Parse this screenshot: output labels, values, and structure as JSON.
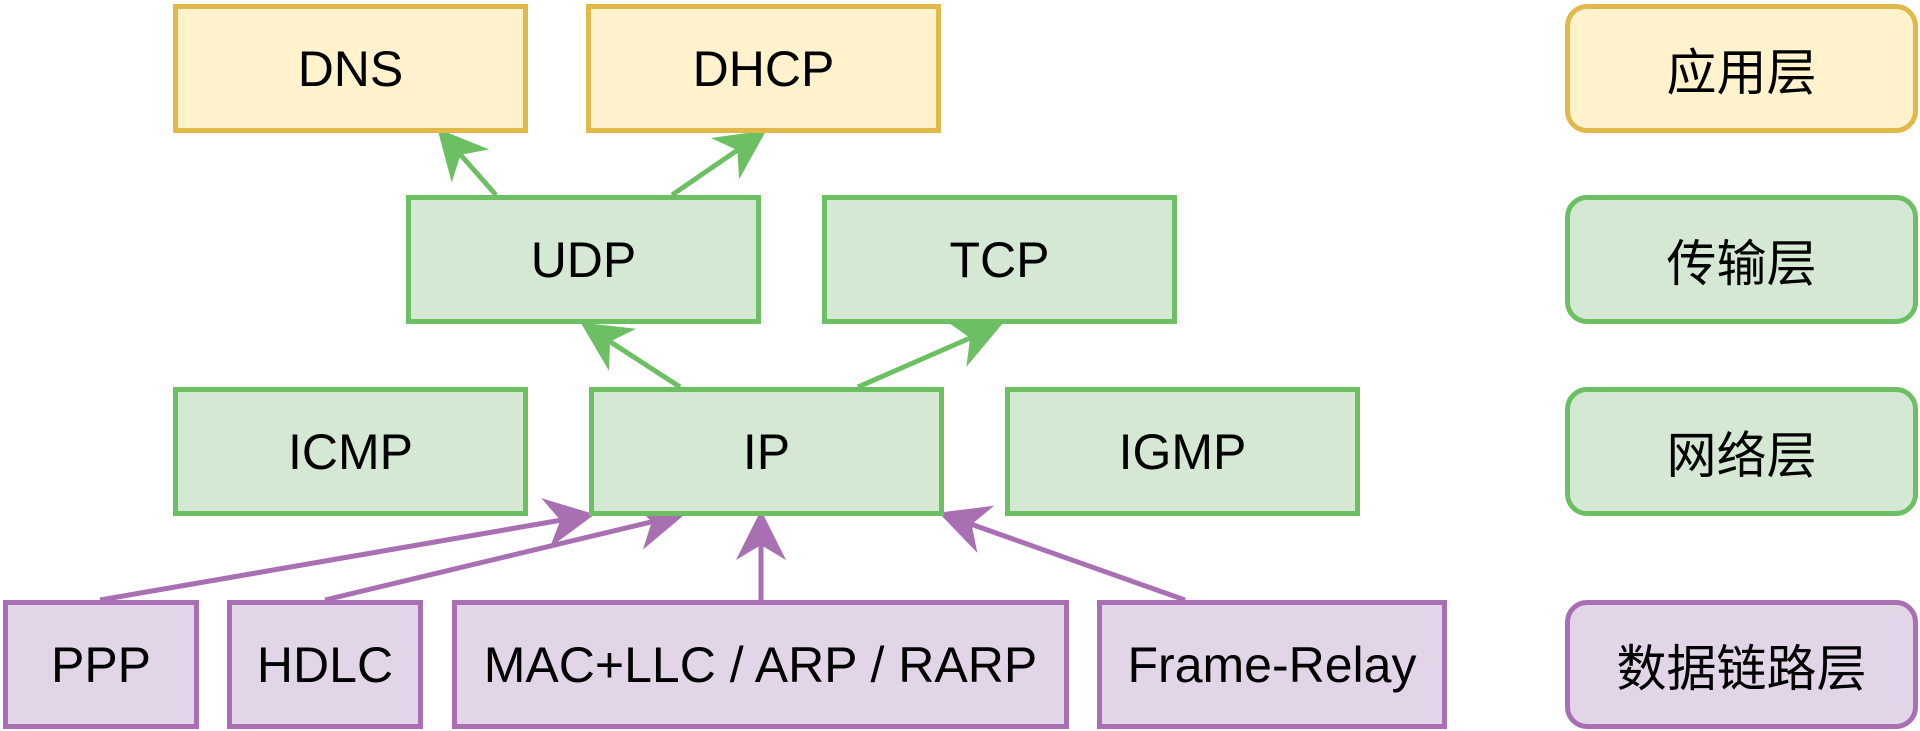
{
  "protocols": {
    "dns": "DNS",
    "dhcp": "DHCP",
    "udp": "UDP",
    "tcp": "TCP",
    "icmp": "ICMP",
    "ip": "IP",
    "igmp": "IGMP",
    "ppp": "PPP",
    "hdlc": "HDLC",
    "mac": "MAC+LLC / ARP / RARP",
    "frame": "Frame-Relay"
  },
  "layers": {
    "application": "应用层",
    "transport": "传输层",
    "network": "网络层",
    "datalink": "数据链路层"
  },
  "colors": {
    "application_fill": "#fff2cc",
    "application_border": "#e0b94a",
    "network_fill": "#d5e8d4",
    "network_border": "#6cc063",
    "datalink_fill": "#e1d5e7",
    "datalink_border": "#a96fb3",
    "green_arrow": "#6cc063",
    "purple_arrow": "#a96fb3"
  },
  "connections": [
    {
      "from": "UDP",
      "to": "DNS",
      "color": "green"
    },
    {
      "from": "UDP",
      "to": "DHCP",
      "color": "green"
    },
    {
      "from": "IP",
      "to": "UDP",
      "color": "green"
    },
    {
      "from": "IP",
      "to": "TCP",
      "color": "green"
    },
    {
      "from": "PPP",
      "to": "IP",
      "color": "purple"
    },
    {
      "from": "HDLC",
      "to": "IP",
      "color": "purple"
    },
    {
      "from": "MAC+LLC / ARP / RARP",
      "to": "IP",
      "color": "purple"
    },
    {
      "from": "Frame-Relay",
      "to": "IP",
      "color": "purple"
    }
  ]
}
